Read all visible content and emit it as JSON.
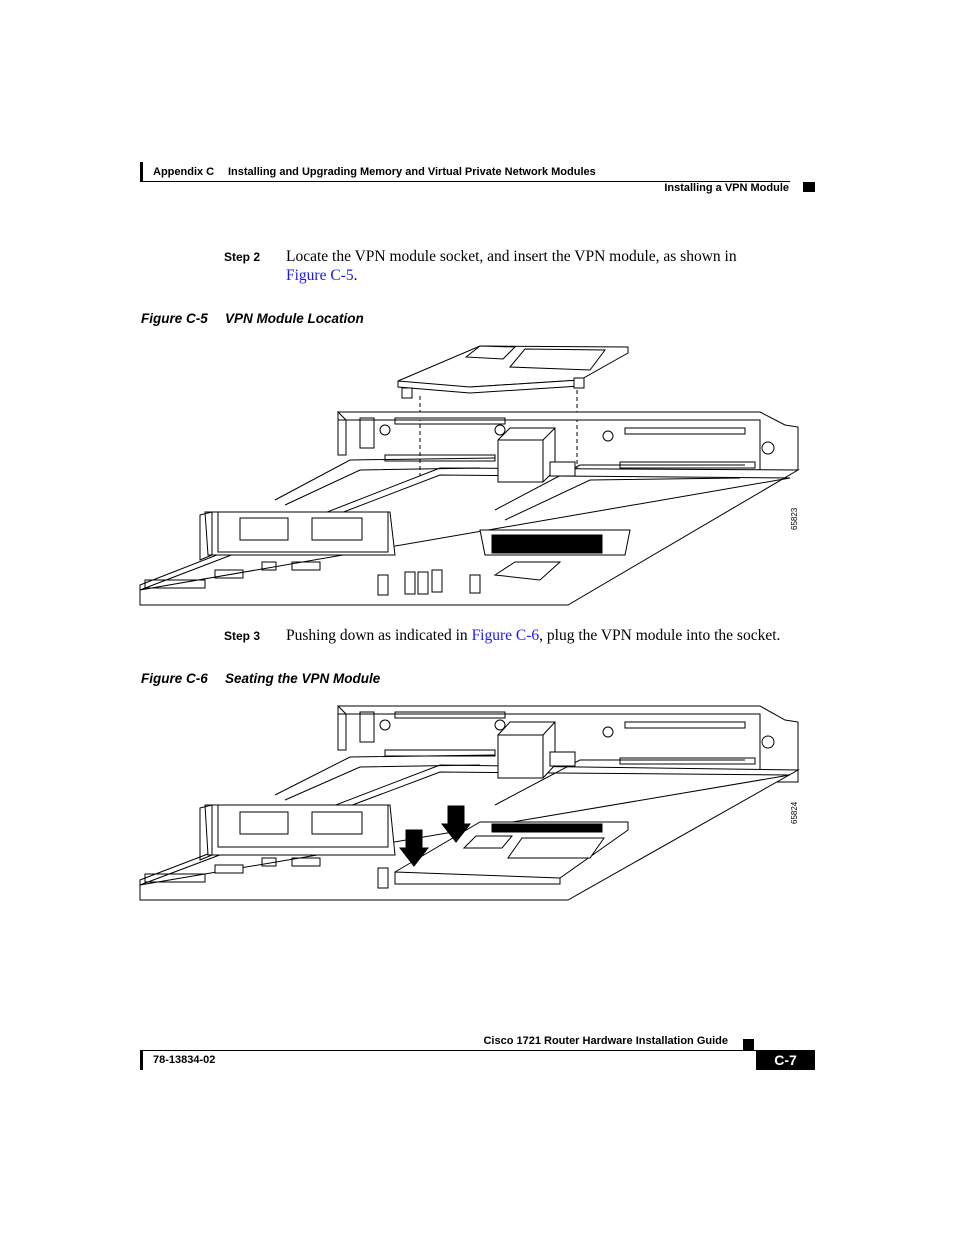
{
  "header": {
    "appendix": "Appendix C",
    "title": "Installing and Upgrading Memory and Virtual Private Network Modules",
    "section": "Installing a VPN Module"
  },
  "steps": [
    {
      "label": "Step 2",
      "text_before": "Locate the VPN module socket, and insert the VPN module, as shown in",
      "link": "Figure C-5",
      "text_after": "."
    },
    {
      "label": "Step 3",
      "text_before": "Pushing down as indicated in ",
      "link": "Figure C-6",
      "text_after": ", plug the VPN module into the socket."
    }
  ],
  "figures": [
    {
      "number": "Figure C-5",
      "title": "VPN Module Location",
      "id": "65823"
    },
    {
      "number": "Figure C-6",
      "title": "Seating the VPN Module",
      "id": "65824"
    }
  ],
  "footer": {
    "guide": "Cisco 1721 Router Hardware Installation Guide",
    "docnum": "78-13834-02",
    "page": "C-7"
  }
}
